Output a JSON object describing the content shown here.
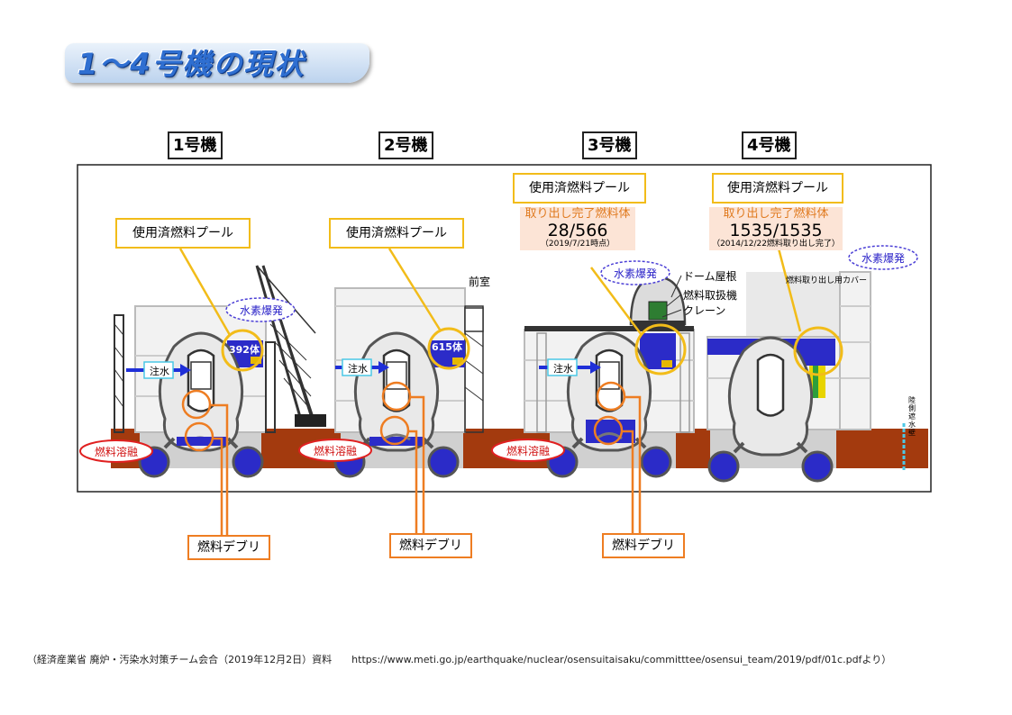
{
  "title": "1～4号機の現状",
  "units": [
    {
      "label": "1号機",
      "pool_label": "使用済燃料プール",
      "pool_count": "392体",
      "water_injection": "注水",
      "hydrogen": "水素爆発",
      "meltdown": "燃料溶融",
      "debris": "燃料デブリ"
    },
    {
      "label": "2号機",
      "pool_label": "使用済燃料プール",
      "pool_count": "615体",
      "water_injection": "注水",
      "annex": "前室",
      "meltdown": "燃料溶融",
      "debris": "燃料デブリ"
    },
    {
      "label": "3号機",
      "pool_label": "使用済燃料プール",
      "removal_heading": "取り出し完了燃料体",
      "removal_count": "28/566",
      "removal_note": "（2019/7/21時点）",
      "hydrogen": "水素爆発",
      "water_injection": "注水",
      "dome_roof": "ドーム屋根",
      "handling_machine": "燃料取扱機",
      "crane": "クレーン",
      "meltdown": "燃料溶融",
      "debris": "燃料デブリ"
    },
    {
      "label": "4号機",
      "pool_label": "使用済燃料プール",
      "removal_heading": "取り出し完了燃料体",
      "removal_count": "1535/1535",
      "removal_note": "（2014/12/22燃料取り出し完了）",
      "hydrogen": "水素爆発",
      "cover_label": "燃料取り出し用カバー",
      "seawall": "陸側遮水壁"
    }
  ],
  "footer": "（経済産業省 廃炉・汚染水対策チーム会合（2019年12月2日）資料　　https://www.meti.go.jp/earthquake/nuclear/osensuitaisaku/committtee/osensui_team/2019/pdf/01c.pdfより）",
  "colors": {
    "water": "#2b2bc8",
    "ground": "#a33a0e",
    "callout_yellow": "#f2bc19",
    "callout_orange": "#ee7d22",
    "title_blue": "#2f6fd1",
    "meltdown_red": "#e02020"
  }
}
